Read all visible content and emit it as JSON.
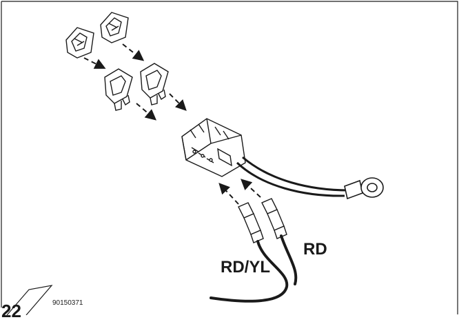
{
  "labels": {
    "wire_rd": "RD",
    "wire_rdyl": "RD/YL",
    "part_number": "90150371",
    "figure_number": "22"
  },
  "icons": {
    "fuse_holder_clip": "fuse-holder-clip-icon",
    "mini_fuse": "mini-fuse-icon",
    "connector": "fuse-connector-icon",
    "ring_terminal": "ring-terminal-icon",
    "blade_terminal": "blade-terminal-icon",
    "direction_arrow": "dashed-arrow-icon"
  }
}
